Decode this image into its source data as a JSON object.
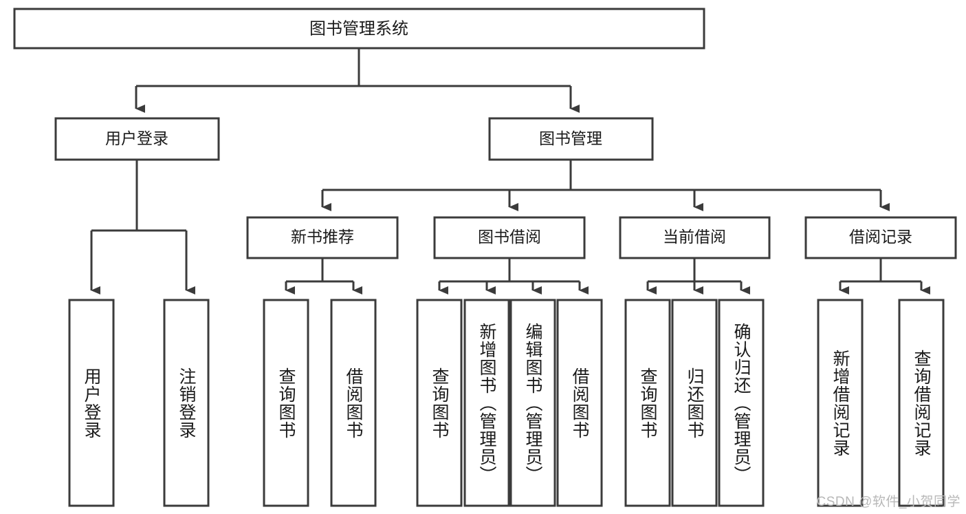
{
  "diagram": {
    "type": "hierarchy-tree",
    "title": "图书管理系统",
    "style": {
      "box_fill": "#ffffff",
      "box_stroke": "#3b3b3b",
      "connector_color": "#3b3b3b",
      "text_color": "#1a1a1a",
      "background": "#ffffff",
      "watermark_color": "#b8b8b8"
    },
    "root": {
      "label": "图书管理系统"
    },
    "level2": [
      {
        "label": "用户登录"
      },
      {
        "label": "图书管理"
      }
    ],
    "level3": [
      {
        "label": "新书推荐"
      },
      {
        "label": "图书借阅"
      },
      {
        "label": "当前借阅"
      },
      {
        "label": "借阅记录"
      }
    ],
    "leaves": {
      "user_login": [
        {
          "label": "用户登录"
        },
        {
          "label": "注销登录"
        }
      ],
      "new_book_recommend": [
        {
          "label": "查询图书"
        },
        {
          "label": "借阅图书"
        }
      ],
      "book_borrow": [
        {
          "label": "查询图书"
        },
        {
          "label": "新增图书（管理员）"
        },
        {
          "label": "编辑图书（管理员）"
        },
        {
          "label": "借阅图书"
        }
      ],
      "current_borrow": [
        {
          "label": "查询图书"
        },
        {
          "label": "归还图书"
        },
        {
          "label": "确认归还（管理员）"
        }
      ],
      "borrow_record": [
        {
          "label": "新增借阅记录"
        },
        {
          "label": "查询借阅记录"
        }
      ]
    }
  },
  "watermark": {
    "text": "CSDN @软件_小贺同学"
  }
}
